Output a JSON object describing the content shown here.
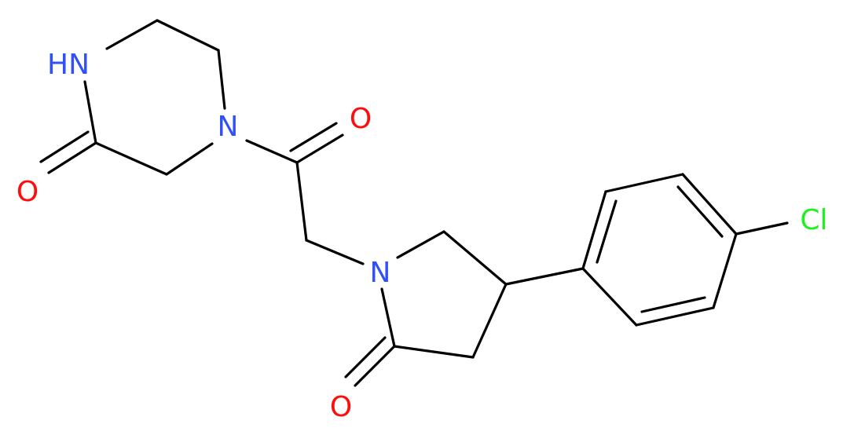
{
  "molecule": {
    "colors": {
      "bond": "#000000",
      "nitrogen": "#3050F8",
      "oxygen": "#FF0D0D",
      "chlorine": "#1FF01F"
    },
    "atoms": {
      "nh": "HN",
      "n_piperazine": "N",
      "o_piperazine_carbonyl": "O",
      "o_amide_carbonyl": "O",
      "n_pyrrolidinone": "N",
      "o_lactam": "O",
      "cl": "Cl"
    }
  }
}
